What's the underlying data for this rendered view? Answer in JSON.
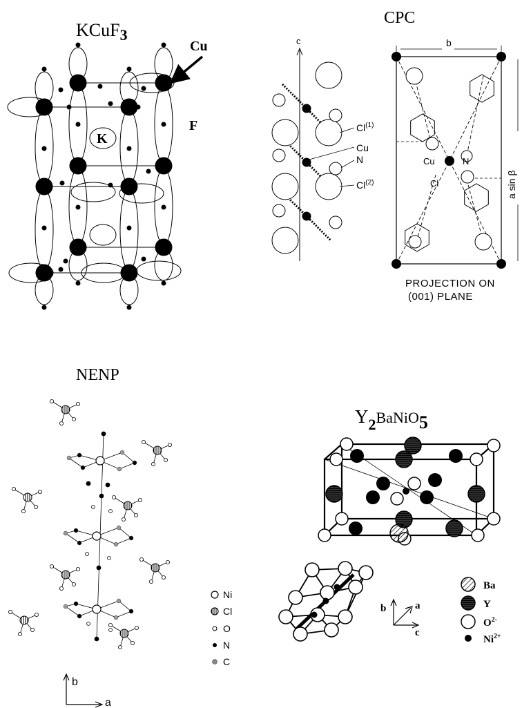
{
  "panels": {
    "kcuf3": {
      "title_main": "KCuF",
      "title_sub": "3",
      "label_cu": "Cu",
      "label_k": "K",
      "label_f": "F"
    },
    "cpc": {
      "title": "CPC",
      "chain_axis": "c",
      "label_cl1": "Cl",
      "label_cl1_sup": "(1)",
      "label_cu": "Cu",
      "label_n": "N",
      "label_cl2": "Cl",
      "label_cl2_sup": "(2)",
      "proj_b": "b",
      "proj_a_sin_beta": "a sin β",
      "proj_cu": "Cu",
      "proj_n": "N",
      "proj_cl": "Cl",
      "projection_line1": "PROJECTION ON",
      "projection_line2": "(001) PLANE"
    },
    "nenp": {
      "title": "NENP",
      "legend": [
        {
          "symbol": "open-circle",
          "label": "Ni"
        },
        {
          "symbol": "hatched-circle",
          "label": "Cl"
        },
        {
          "symbol": "small-open-circle",
          "label": "O"
        },
        {
          "symbol": "filled-dot",
          "label": "N"
        },
        {
          "symbol": "grey-dot",
          "label": "C"
        }
      ],
      "axis_b": "b",
      "axis_a": "a"
    },
    "y2banio5": {
      "title_y": "Y",
      "title_2": "2",
      "title_mid": "BaNiO",
      "title_5": "5",
      "legend": [
        {
          "symbol": "hatched-circle",
          "label": "Ba"
        },
        {
          "symbol": "striped-filled-circle",
          "label": "Y"
        },
        {
          "symbol": "open-circle",
          "label": "O",
          "sup": "2-"
        },
        {
          "symbol": "filled-dot",
          "label": "Ni",
          "sup": "2+"
        }
      ],
      "axis_b": "b",
      "axis_a": "a",
      "axis_c": "c"
    }
  }
}
